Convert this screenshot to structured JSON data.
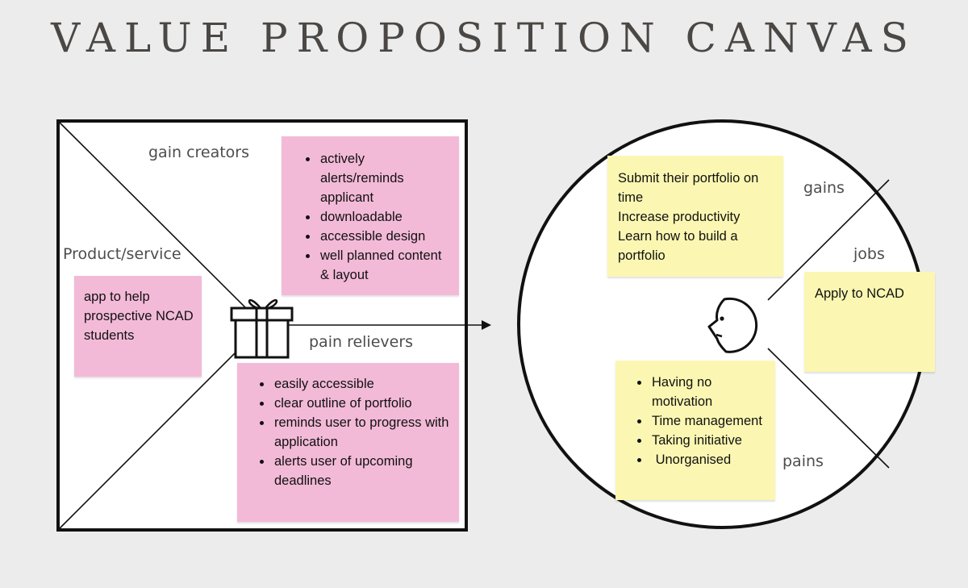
{
  "title": "VALUE PROPOSITION CANVAS",
  "colors": {
    "pink_note": "#f3bad8",
    "yellow_note": "#fbf7b2",
    "outline": "#111111",
    "label_text": "#4d4d4d",
    "background": "#ececec"
  },
  "labels": {
    "gain_creators": "gain creators",
    "product_service": "Product/service",
    "pain_relievers": "pain relievers",
    "gains": "gains",
    "jobs": "jobs",
    "pains": "pains"
  },
  "notes": {
    "gain_creators": [
      "actively alerts/reminds applicant",
      "downloadable",
      "accessible design",
      "well planned content & layout"
    ],
    "product_service": "app to help prospective NCAD students",
    "pain_relievers": [
      "easily accessible",
      "clear outline of portfolio",
      "reminds user to  progress with application",
      "alerts user of upcoming deadlines"
    ],
    "gains": [
      "Submit their portfolio on time",
      "Increase productivity",
      "Learn how to build a portfolio"
    ],
    "jobs": "Apply to NCAD",
    "pains": [
      "Having no motivation",
      "Time management",
      "Taking initiative",
      " Unorganised"
    ]
  },
  "icons": [
    "gift-icon",
    "face-icon",
    "arrow-right-icon"
  ]
}
